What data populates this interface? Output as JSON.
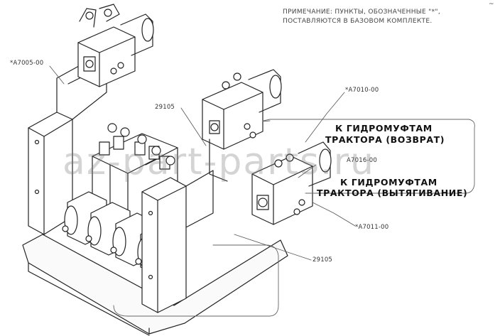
{
  "note": {
    "line1": "ПРИМЕЧАНИЕ: ПУНКТЫ, ОБОЗНАЧЕННЫЕ \"*\",",
    "line2": "ПОСТАВЛЯЮТСЯ В БАЗОВОМ КОМПЛЕКТЕ."
  },
  "corner_mark": "~",
  "labels": {
    "a7005": "*A7005-00",
    "a7010": "*A7010-00",
    "a7016": "A7016-00",
    "a7011": "*A7011-00",
    "p29105_top": "29105",
    "p29105_bottom": "29105"
  },
  "callouts": {
    "return_line1": "К ГИДРОМУФТАМ",
    "return_line2": "ТРАКТОРА (ВОЗВРАТ)",
    "extend_line1": "К ГИДРОМУФТАМ",
    "extend_line2": "ТРАКТОРА (ВЫТЯГИВАНИЕ)"
  },
  "watermark": "az-part-parts.ru"
}
